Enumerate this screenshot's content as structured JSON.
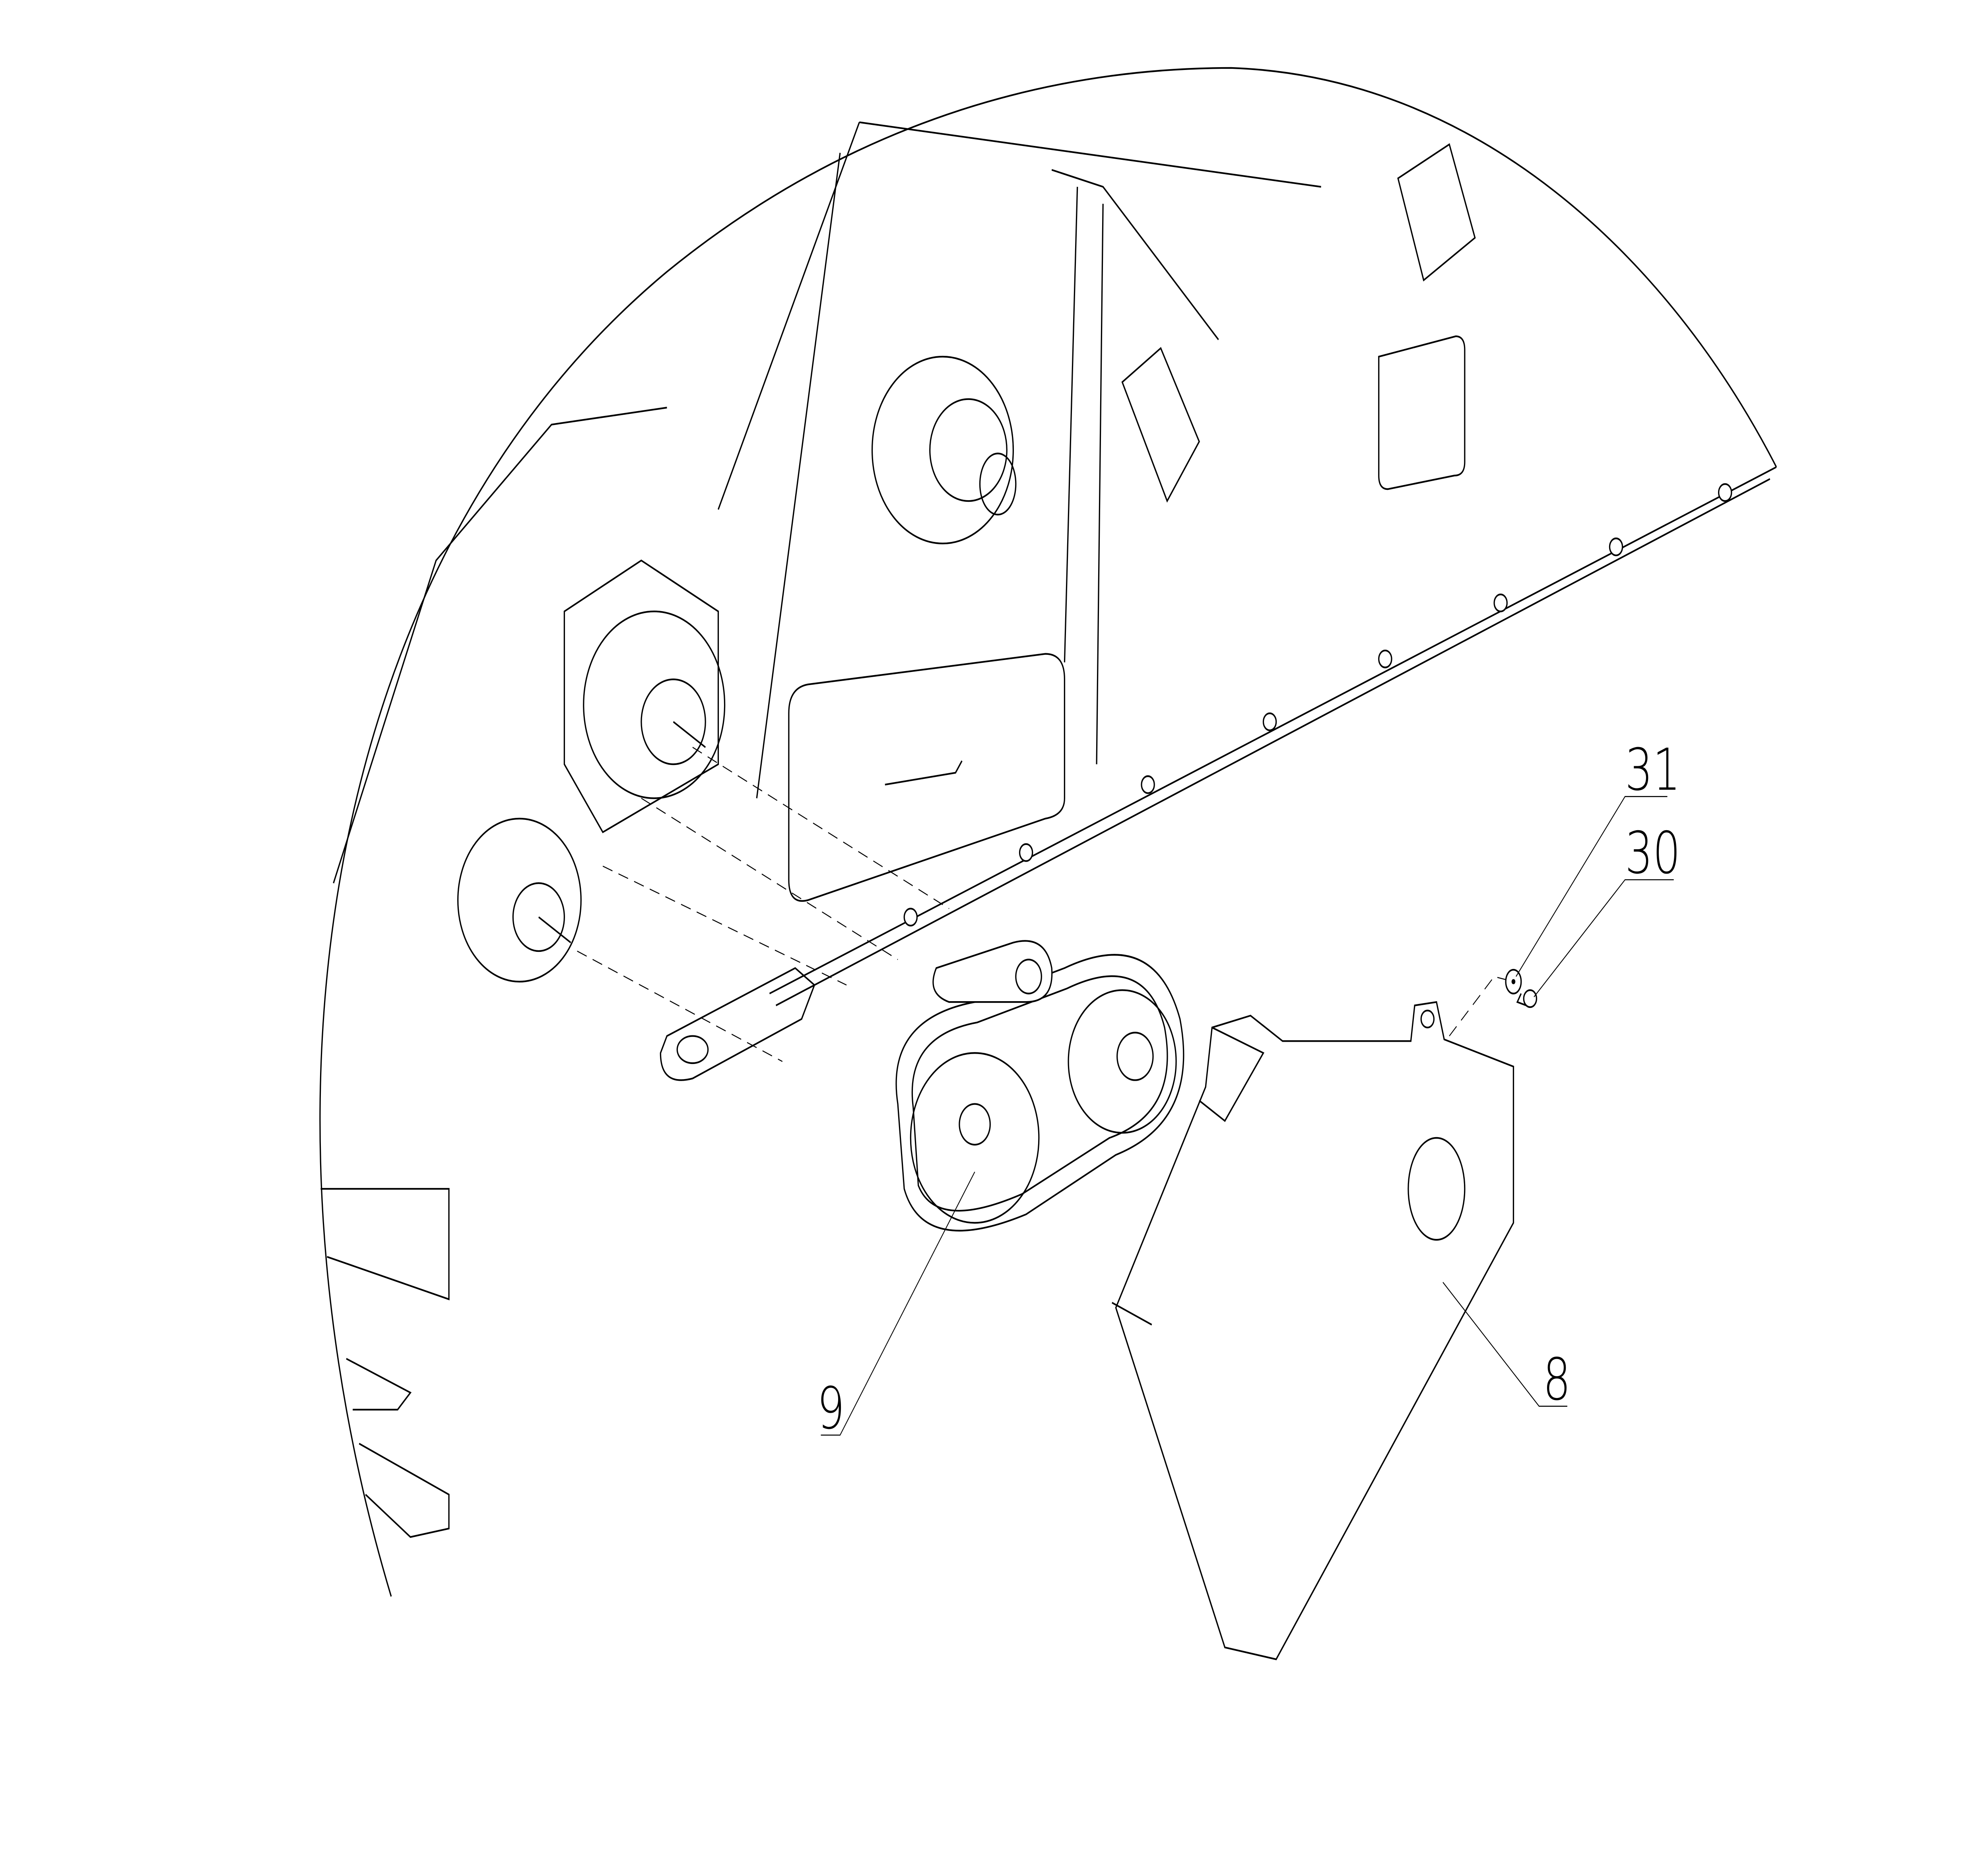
{
  "diagram": {
    "type": "exploded-parts-view",
    "callouts": [
      {
        "id": "31",
        "label": "31",
        "part": "washer"
      },
      {
        "id": "30",
        "label": "30",
        "part": "bolt"
      },
      {
        "id": "9",
        "label": "9",
        "part": "chain-and-sprocket-assembly"
      },
      {
        "id": "8",
        "label": "8",
        "part": "chain-guard-cover-plate"
      }
    ]
  }
}
